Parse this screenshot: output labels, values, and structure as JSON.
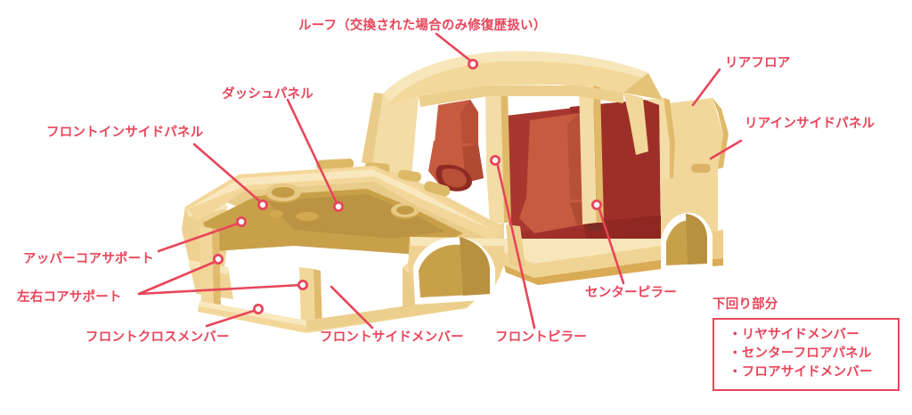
{
  "diagram": {
    "title_label": "ルーフ（交換された場合のみ修復歴扱い）",
    "accent_color": "#e8455a",
    "body_color": "#f0d090",
    "body_color_light": "#f7e3b0",
    "body_color_dark": "#d9ab55",
    "interior_color": "#a8372f",
    "seat_color": "#c75b40",
    "background_color": "#ffffff"
  },
  "callouts": [
    {
      "id": "roof",
      "label": "ルーフ（交換された場合のみ修復歴扱い）"
    },
    {
      "id": "dash-panel",
      "label": "ダッシュパネル"
    },
    {
      "id": "front-inside-panel",
      "label": "フロントインサイドパネル"
    },
    {
      "id": "upper-core-support",
      "label": "アッパーコアサポート"
    },
    {
      "id": "side-core-support",
      "label": "左右コアサポート"
    },
    {
      "id": "front-cross-member",
      "label": "フロントクロスメンバー"
    },
    {
      "id": "front-side-member",
      "label": "フロントサイドメンバー"
    },
    {
      "id": "front-pillar",
      "label": "フロントピラー"
    },
    {
      "id": "center-pillar",
      "label": "センターピラー"
    },
    {
      "id": "rear-floor",
      "label": "リアフロア"
    },
    {
      "id": "rear-inside-panel",
      "label": "リアインサイドパネル"
    }
  ],
  "underbody": {
    "title": "下回り部分",
    "items": [
      "・リヤサイドメンバー",
      "・センターフロアパネル",
      "・フロアサイドメンバー"
    ]
  }
}
